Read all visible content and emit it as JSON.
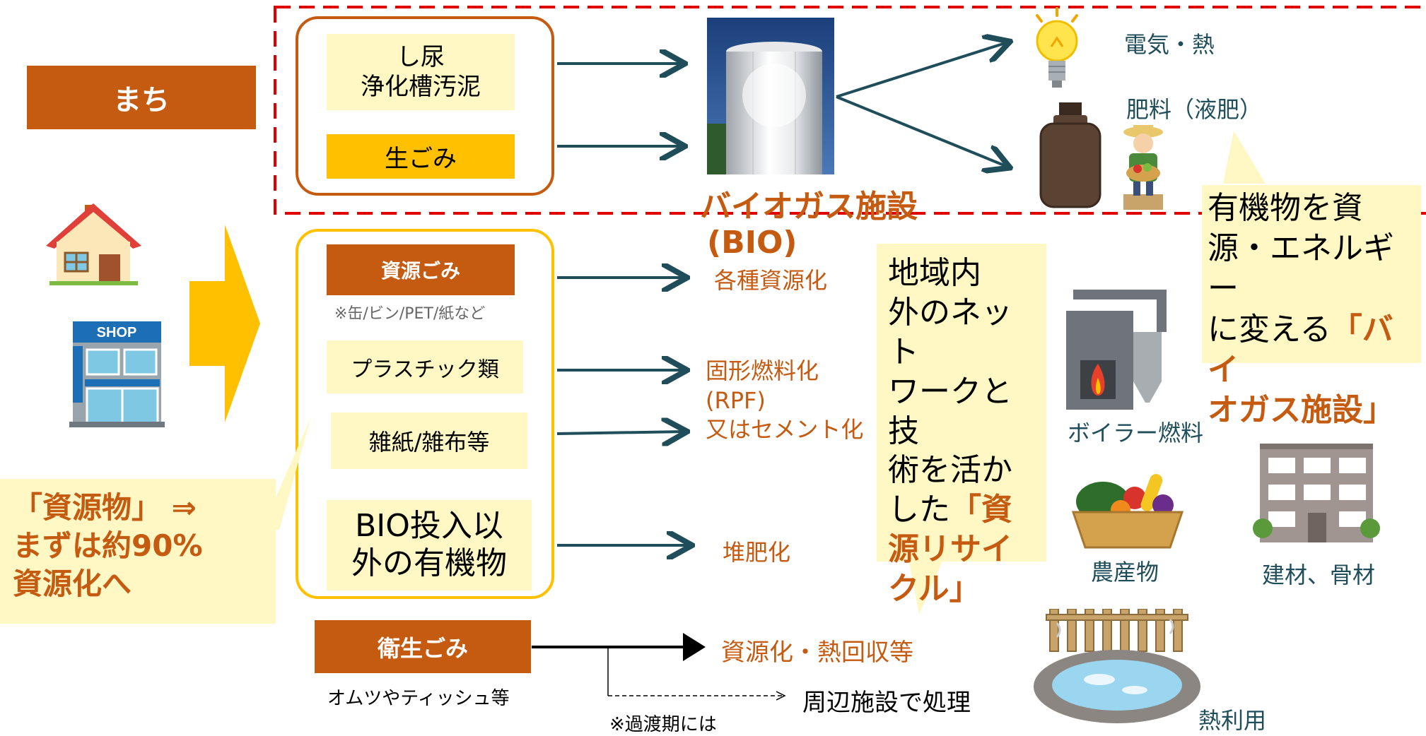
{
  "colors": {
    "brown": "#c55a11",
    "gold": "#ffc000",
    "cream": "#fff8c5",
    "arrow": "#1f4e5a",
    "red_dash": "#e00000"
  },
  "machi_label": "まち",
  "top_group": {
    "item1_line1": "し尿",
    "item1_line2": "浄化槽汚泥",
    "item2": "生ごみ"
  },
  "biogas": {
    "title": "バイオガス施設",
    "subtitle": "(BIO)",
    "outputs": [
      "電気・熱",
      "肥料（液肥）"
    ]
  },
  "callout_biogas": {
    "line1": "有機物を資",
    "line2": "源・エネルギー",
    "line3_normal": "に変える",
    "line3_bold": "「バイ",
    "line4_bold": "オガス施設」"
  },
  "bottom_group": {
    "shigen_gomi": "資源ごみ",
    "shigen_note": "※缶/ビン/PET/紙など",
    "plastic": "プラスチック類",
    "zasshi": "雑紙/雑布等",
    "bio_other_line1": "BIO投入以",
    "bio_other_line2": "外の有機物"
  },
  "results": {
    "shigenka": "各種資源化",
    "rpf_line1": "固形燃料化",
    "rpf_line2": "(RPF)",
    "rpf_line3": "又はセメント化",
    "taihi": "堆肥化"
  },
  "callout_network": {
    "line1": "地域内",
    "line2": "外のネット",
    "line3": "ワークと技",
    "line4": "術を活か",
    "line5_normal": "した",
    "line5_bold": "「資",
    "line6_bold": "源リサイ",
    "line7_bold": "クル」"
  },
  "products": {
    "boiler": "ボイラー燃料",
    "nousan": "農産物",
    "kenzai": "建材、骨材",
    "netsu": "熱利用"
  },
  "callout_left": {
    "line1": "「資源物」 ⇒",
    "line2": "まずは約90%",
    "line3": "資源化へ"
  },
  "eisei": {
    "label": "衛生ごみ",
    "note": "オムツやティッシュ等",
    "result": "資源化・熱回収等",
    "alt": "周辺施設で処理",
    "alt_note": "※過渡期には"
  },
  "shop_label": "SHOP"
}
